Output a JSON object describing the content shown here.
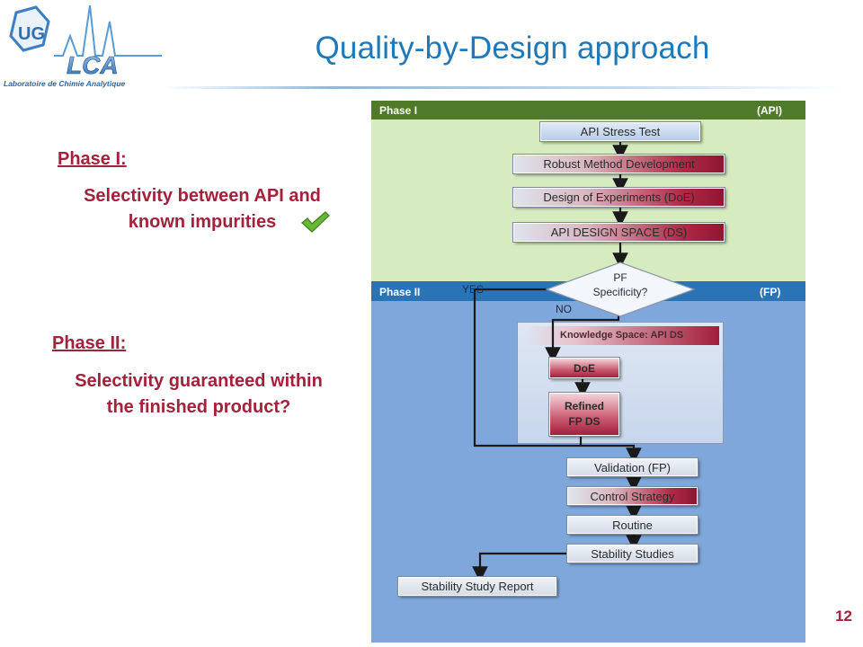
{
  "header": {
    "title": "Quality-by-Design approach",
    "logo_letters": "LCA",
    "logo_subtitle": "Laboratoire de Chimie Analytique",
    "logo_hex_text": "UG"
  },
  "left": {
    "phase1_heading": "Phase I:",
    "phase1_line1": "Selectivity between API and",
    "phase1_line2": "known impurities",
    "phase2_heading": "Phase II:",
    "phase2_line1": "Selectivity guaranteed within",
    "phase2_line2": "the finished product?"
  },
  "panel": {
    "phase1_label": "Phase I",
    "phase1_tag": "(API)",
    "phase2_label": "Phase II",
    "phase2_tag": "(FP)",
    "phase1_color": "#d6ebbf",
    "phase2_color": "#7fa7db"
  },
  "flow": {
    "api_stress": "API Stress Test",
    "robust_method": "Robust Method Development",
    "doe_design": "Design of Experiments (DoE)",
    "api_ds": "API DESIGN SPACE (DS)",
    "decision_line1": "PF",
    "decision_line2": "Specificity?",
    "yes": "YES",
    "no": "NO",
    "knowledge_space": "Knowledge Space: API DS",
    "doe": "DoE",
    "refined_line1": "Refined",
    "refined_line2": "FP DS",
    "validation": "Validation (FP)",
    "control_strategy": "Control Strategy",
    "routine": "Routine",
    "stability_studies": "Stability Studies",
    "stability_report": "Stability Study Report"
  },
  "page_number": "12",
  "colors": {
    "accent_red": "#a3213a",
    "title_blue": "#1f79b8"
  }
}
